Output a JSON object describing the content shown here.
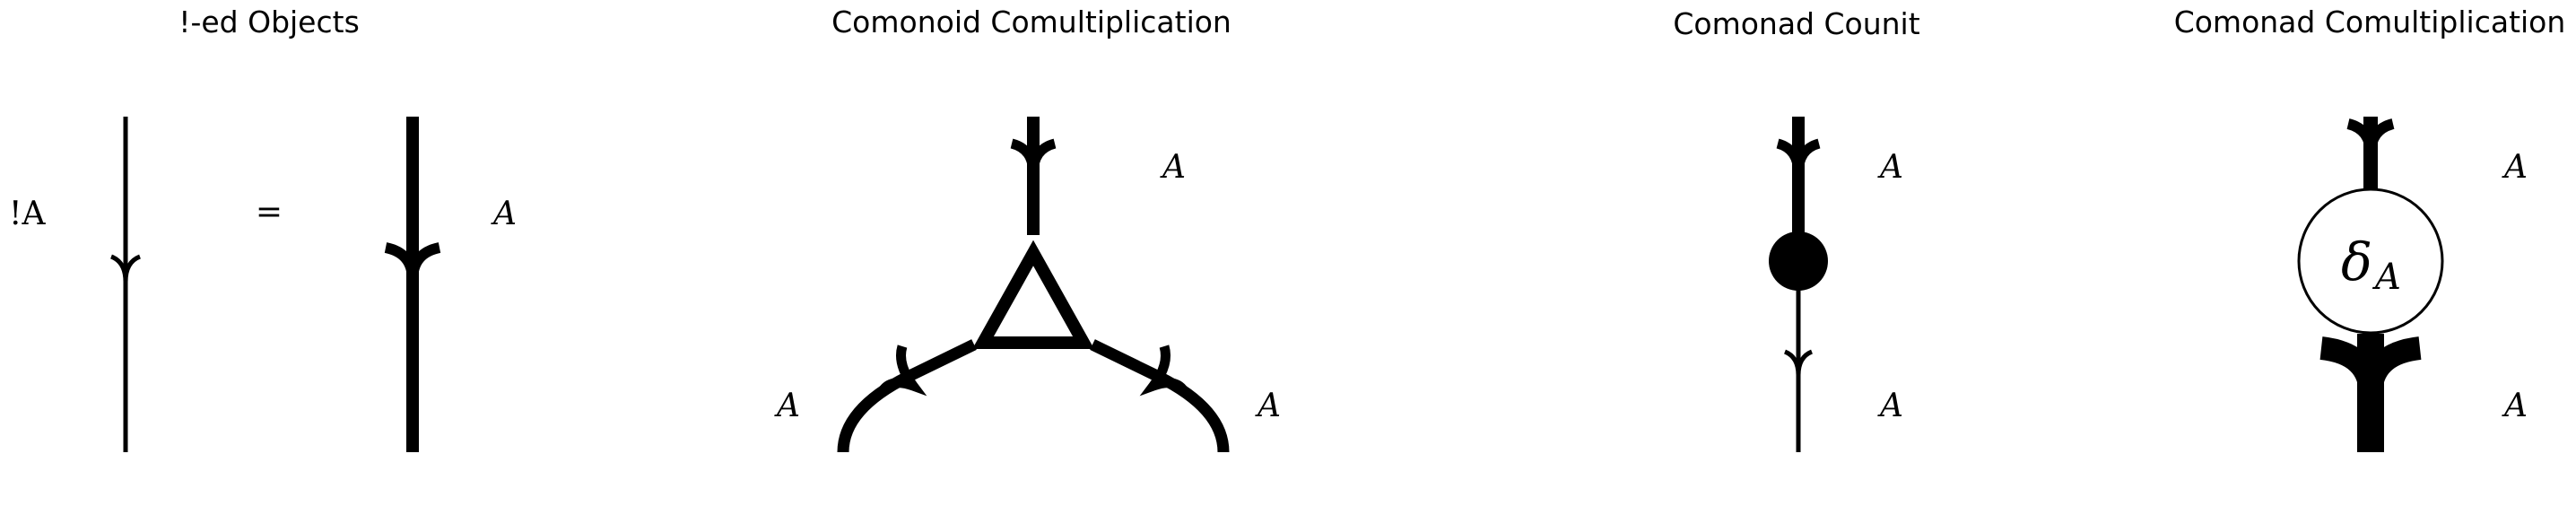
{
  "panels": {
    "banged_objects": {
      "title": "!-ed Objects",
      "left_label": "!A",
      "equals": "=",
      "right_label": "A"
    },
    "comonoid_comultiplication": {
      "title": "Comonoid Comultiplication",
      "top_label": "A",
      "bottom_left_label": "A",
      "bottom_right_label": "A"
    },
    "comonad_counit": {
      "title": "Comonad Counit",
      "top_label": "A",
      "bottom_label": "A"
    },
    "comonad_comultiplication": {
      "title": "Comonad Comultiplication",
      "node_symbol": "δ",
      "node_subscript": "A",
      "top_label": "A",
      "bottom_label": "A"
    }
  },
  "colors": {
    "ink": "#000000",
    "background": "#ffffff"
  }
}
